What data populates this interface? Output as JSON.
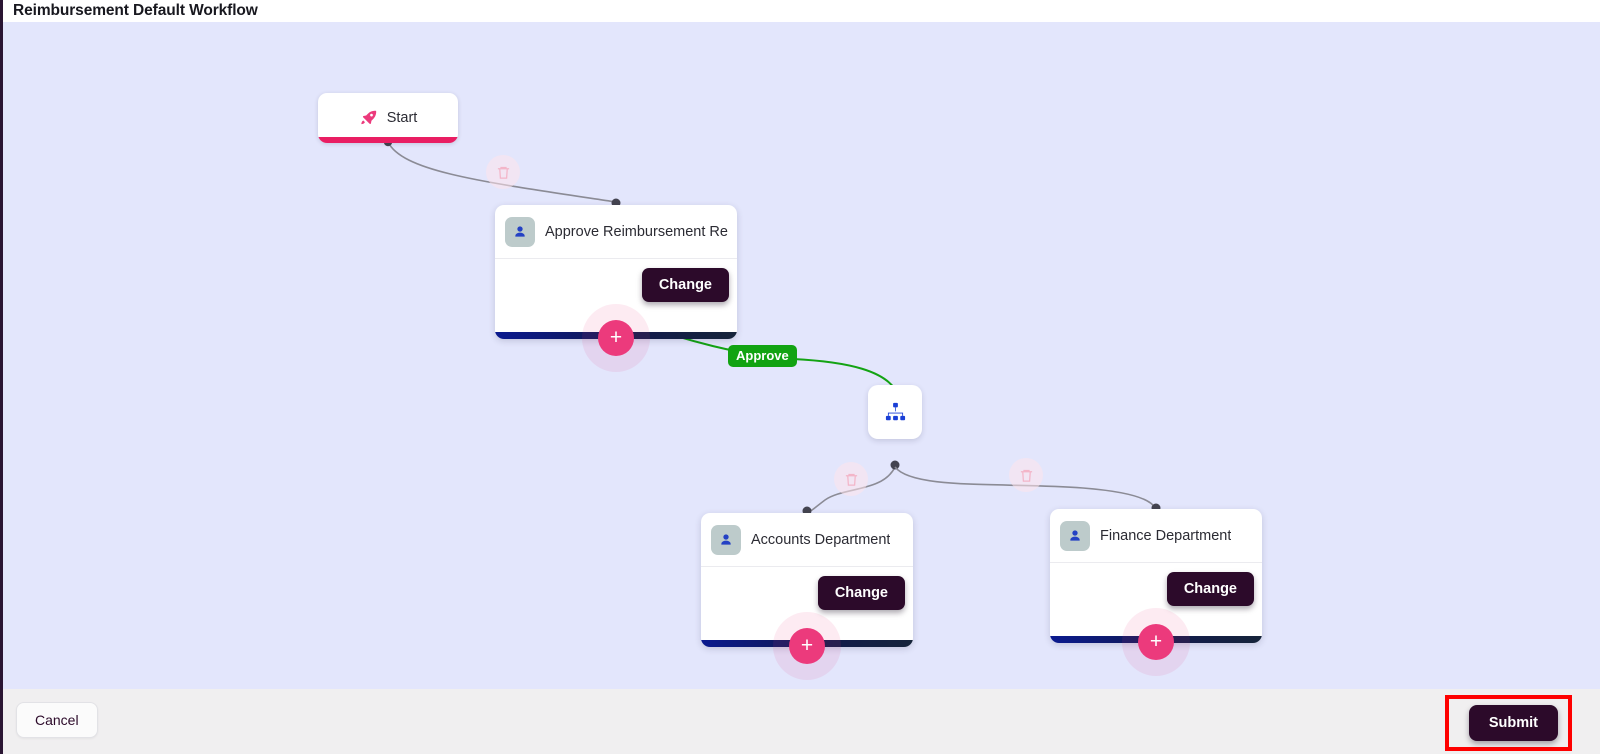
{
  "header": {
    "title": "Reimbursement Default Workflow"
  },
  "canvas": {
    "background_color": "#e3e6fc",
    "nodes": {
      "start": {
        "label": "Start",
        "icon": "rocket-icon",
        "accent_color": "#e91e63"
      },
      "approve_reimbursement": {
        "title": "Approve Reimbursement Re",
        "icon": "user-icon",
        "change_label": "Change",
        "add_label": "+"
      },
      "branch": {
        "icon": "hierarchy-icon",
        "icon_color": "#1a3fd6"
      },
      "accounts_department": {
        "title": "Accounts Department",
        "icon": "user-icon",
        "change_label": "Change",
        "add_label": "+"
      },
      "finance_department": {
        "title": "Finance Department",
        "icon": "user-icon",
        "change_label": "Change",
        "add_label": "+"
      }
    },
    "edges": {
      "approve_label": "Approve",
      "approve_label_color": "#12a312"
    }
  },
  "footer": {
    "cancel_label": "Cancel",
    "submit_label": "Submit",
    "submit_highlight_color": "#fe0000"
  }
}
